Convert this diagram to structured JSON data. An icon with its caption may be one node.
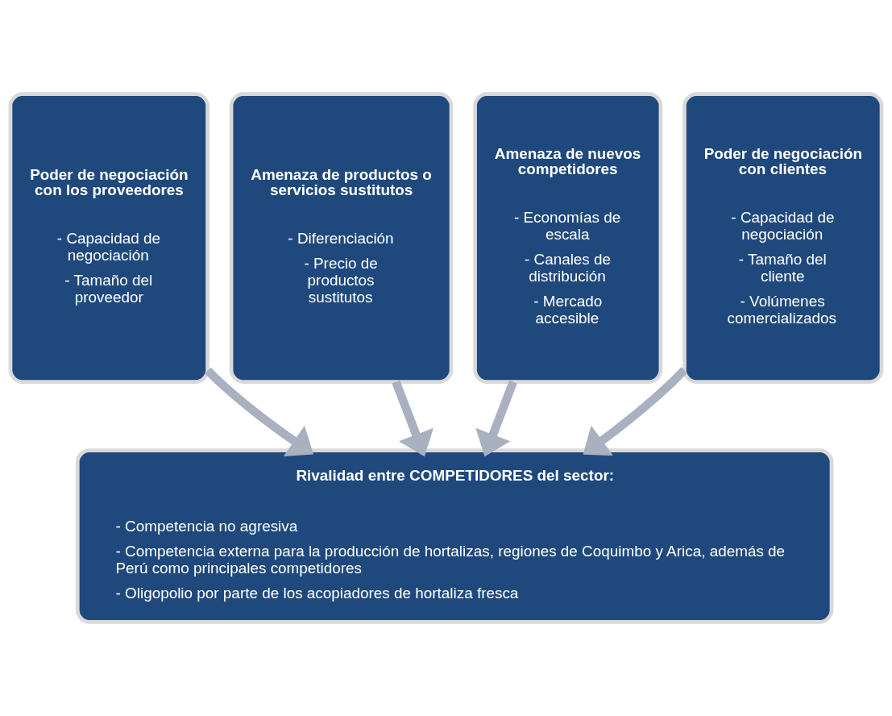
{
  "diagram": {
    "nodes": [
      {
        "text": [
          "Poder de negociación con los proveedores",
          "- Capacidad de negociación",
          "- Tamaño del proveedor"
        ]
      },
      {
        "text": [
          "Amenaza de productos o servicios sustitutos",
          "- Diferenciación",
          "- Precio de productos sustitutos"
        ]
      },
      {
        "text": [
          "Amenaza de nuevos competidores",
          "- Economías de escala",
          "- Canales de distribución",
          "- Mercado accesible"
        ]
      },
      {
        "text": [
          "Poder de negociación con clientes",
          "- Capacidad de negociación",
          "- Tamaño del cliente",
          "- Volúmenes comercializados"
        ]
      },
      {
        "text": [
          "Rivalidad entre COMPETIDORES del sector:",
          "- Competencia no agresiva",
          "- Competencia externa para la producción de hortalizas, regiones de Coquimbo y Arica, además de Perú como principales competidores",
          "- Oligopolio por parte de los acopiadores de hortaliza fresca"
        ]
      }
    ],
    "edges": [
      {
        "from": 0,
        "to": 4,
        "arrow": "to"
      },
      {
        "from": 1,
        "to": 4,
        "arrow": "to"
      },
      {
        "from": 2,
        "to": 4,
        "arrow": "to"
      },
      {
        "from": 3,
        "to": 4,
        "arrow": "to"
      }
    ]
  }
}
